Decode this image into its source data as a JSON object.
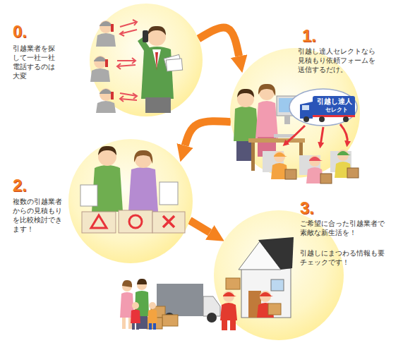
{
  "diagram": {
    "nodes": [
      {
        "text": [
          "0.",
          "引越業者を探して一社一社電話するのは大変"
        ]
      },
      {
        "text": [
          "1.",
          "引越し達人セレクトなら見積もり依頼フォームを送信するだけ。"
        ]
      },
      {
        "text": [
          "2.",
          "複数の引越業者からの見積もりを比較検討できます！"
        ]
      },
      {
        "text": [
          "3.",
          "ご希望に合った引越業者で素敵な新生活を！",
          "引越しにまつわる情報も要チェックです！"
        ]
      }
    ],
    "edges": [
      {
        "from": 0,
        "to": 1,
        "arrow": "to"
      },
      {
        "from": 1,
        "to": 2,
        "arrow": "to"
      },
      {
        "from": 2,
        "to": 3,
        "arrow": "to"
      }
    ],
    "labels": [
      "引越し達人",
      "セレクト"
    ]
  }
}
